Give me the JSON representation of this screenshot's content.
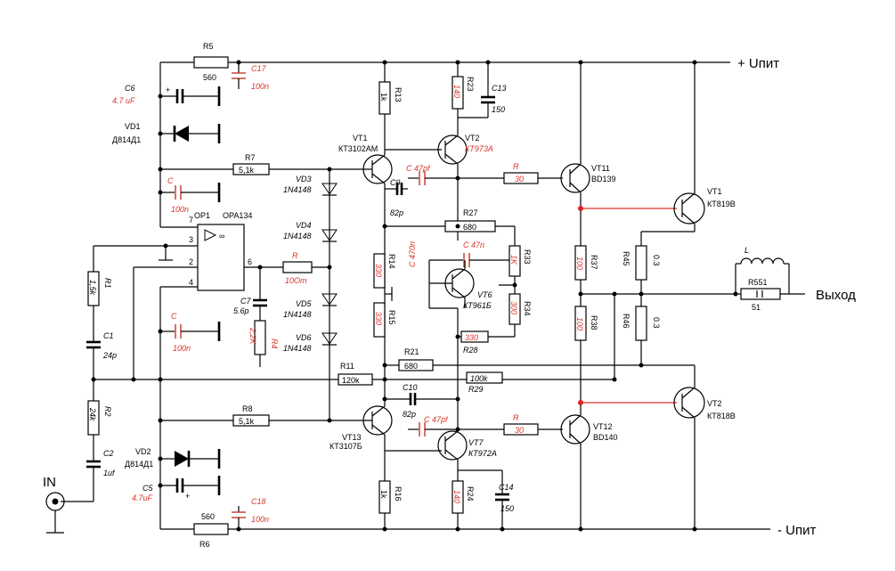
{
  "rails": {
    "pos": "+ Uпит",
    "neg": "- Uпит",
    "output": "Выход",
    "input": "IN"
  },
  "resistors": {
    "R5": {
      "name": "R5",
      "value": "560"
    },
    "R6": {
      "name": "R6",
      "value": "560"
    },
    "R7": {
      "name": "R7",
      "value": "5,1k"
    },
    "R8": {
      "name": "R8",
      "value": "5,1k"
    },
    "R13": {
      "name": "R13",
      "value": "1k"
    },
    "R23": {
      "name": "R23",
      "value": "140"
    },
    "R14": {
      "name": "R14",
      "value": "330"
    },
    "R15": {
      "name": "R15",
      "value": "330"
    },
    "R16": {
      "name": "R16",
      "value": "1k"
    },
    "R24": {
      "name": "R24",
      "value": "140"
    },
    "R27": {
      "name": "R27",
      "value": "680"
    },
    "R21": {
      "name": "R21",
      "value": "680"
    },
    "R11": {
      "name": "R11",
      "value": "120k"
    },
    "R29": {
      "name": "R29",
      "value": "100k"
    },
    "R33": {
      "name": "R33",
      "value": "1K"
    },
    "R34": {
      "name": "R34",
      "value": "300"
    },
    "R28": {
      "name": "R28",
      "value": "330"
    },
    "R37": {
      "name": "R37",
      "value": "100"
    },
    "R38": {
      "name": "R38",
      "value": "100"
    },
    "R45": {
      "name": "R45",
      "value": "0.3"
    },
    "R46": {
      "name": "R46",
      "value": "0.3"
    },
    "R1": {
      "name": "R1",
      "value": "1,5k"
    },
    "R2": {
      "name": "R2",
      "value": "24k"
    },
    "R4": {
      "name": "R4",
      "value": "2,2K"
    },
    "Rop": {
      "name": "R",
      "value": "10Om"
    },
    "Rvt11": {
      "name": "R",
      "value": "30"
    },
    "Rvt12": {
      "name": "R",
      "value": "30"
    },
    "R551": {
      "name": "R551",
      "value": "51"
    }
  },
  "capacitors": {
    "C6": {
      "name": "C6",
      "value": "4.7 uF"
    },
    "C5": {
      "name": "C5",
      "value": "4.7uF"
    },
    "C17": {
      "name": "C17",
      "value": "100n"
    },
    "C18": {
      "name": "C18",
      "value": "100n"
    },
    "Cop_top": {
      "name": "C",
      "value": "100n"
    },
    "Cop_bot": {
      "name": "C",
      "value": "100n"
    },
    "C13": {
      "name": "C13",
      "value": "150"
    },
    "C14": {
      "name": "C14",
      "value": "150"
    },
    "C9": {
      "name": "C9",
      "value": "82p"
    },
    "C10": {
      "name": "C10",
      "value": "82p"
    },
    "C7": {
      "name": "C7",
      "value": "5.6p"
    },
    "C1": {
      "name": "C1",
      "value": "24p"
    },
    "C2": {
      "name": "C2",
      "value": "1uf"
    },
    "C47a": {
      "name": "C 47pf",
      "value": ""
    },
    "C47b": {
      "name": "C 47pf",
      "value": ""
    },
    "C47n": {
      "name": "C 47n",
      "value": ""
    },
    "C470n": {
      "name": "C 470n",
      "value": ""
    }
  },
  "diodes": {
    "VD1": {
      "name": "VD1",
      "value": "Д814Д1"
    },
    "VD2": {
      "name": "VD2",
      "value": "Д814Д1"
    },
    "VD3": {
      "name": "VD3",
      "value": "1N4148"
    },
    "VD4": {
      "name": "VD4",
      "value": "1N4148"
    },
    "VD5": {
      "name": "VD5",
      "value": "1N4148"
    },
    "VD6": {
      "name": "VD6",
      "value": "1N4148"
    }
  },
  "transistors": {
    "VT1a": {
      "name": "VT1",
      "value": "КТ3102АМ"
    },
    "VT2a": {
      "name": "VT2",
      "value": "КТ973А"
    },
    "VT11": {
      "name": "VT11",
      "value": "BD139"
    },
    "VT1b": {
      "name": "VT1",
      "value": "КТ819В"
    },
    "VT6": {
      "name": "VT6",
      "value": "КТ961Б"
    },
    "VT13": {
      "name": "VT13",
      "value": "КТ3107Б"
    },
    "VT7": {
      "name": "VT7",
      "value": "КТ972А"
    },
    "VT12": {
      "name": "VT12",
      "value": "BD140"
    },
    "VT2b": {
      "name": "VT2",
      "value": "КТ818В"
    }
  },
  "opamp": {
    "name": "OP1",
    "part": "OPA134",
    "pin7": "7",
    "pin3": "3",
    "pin2": "2",
    "pin6": "6",
    "pin4": "4"
  },
  "inductor": {
    "name": "L"
  }
}
